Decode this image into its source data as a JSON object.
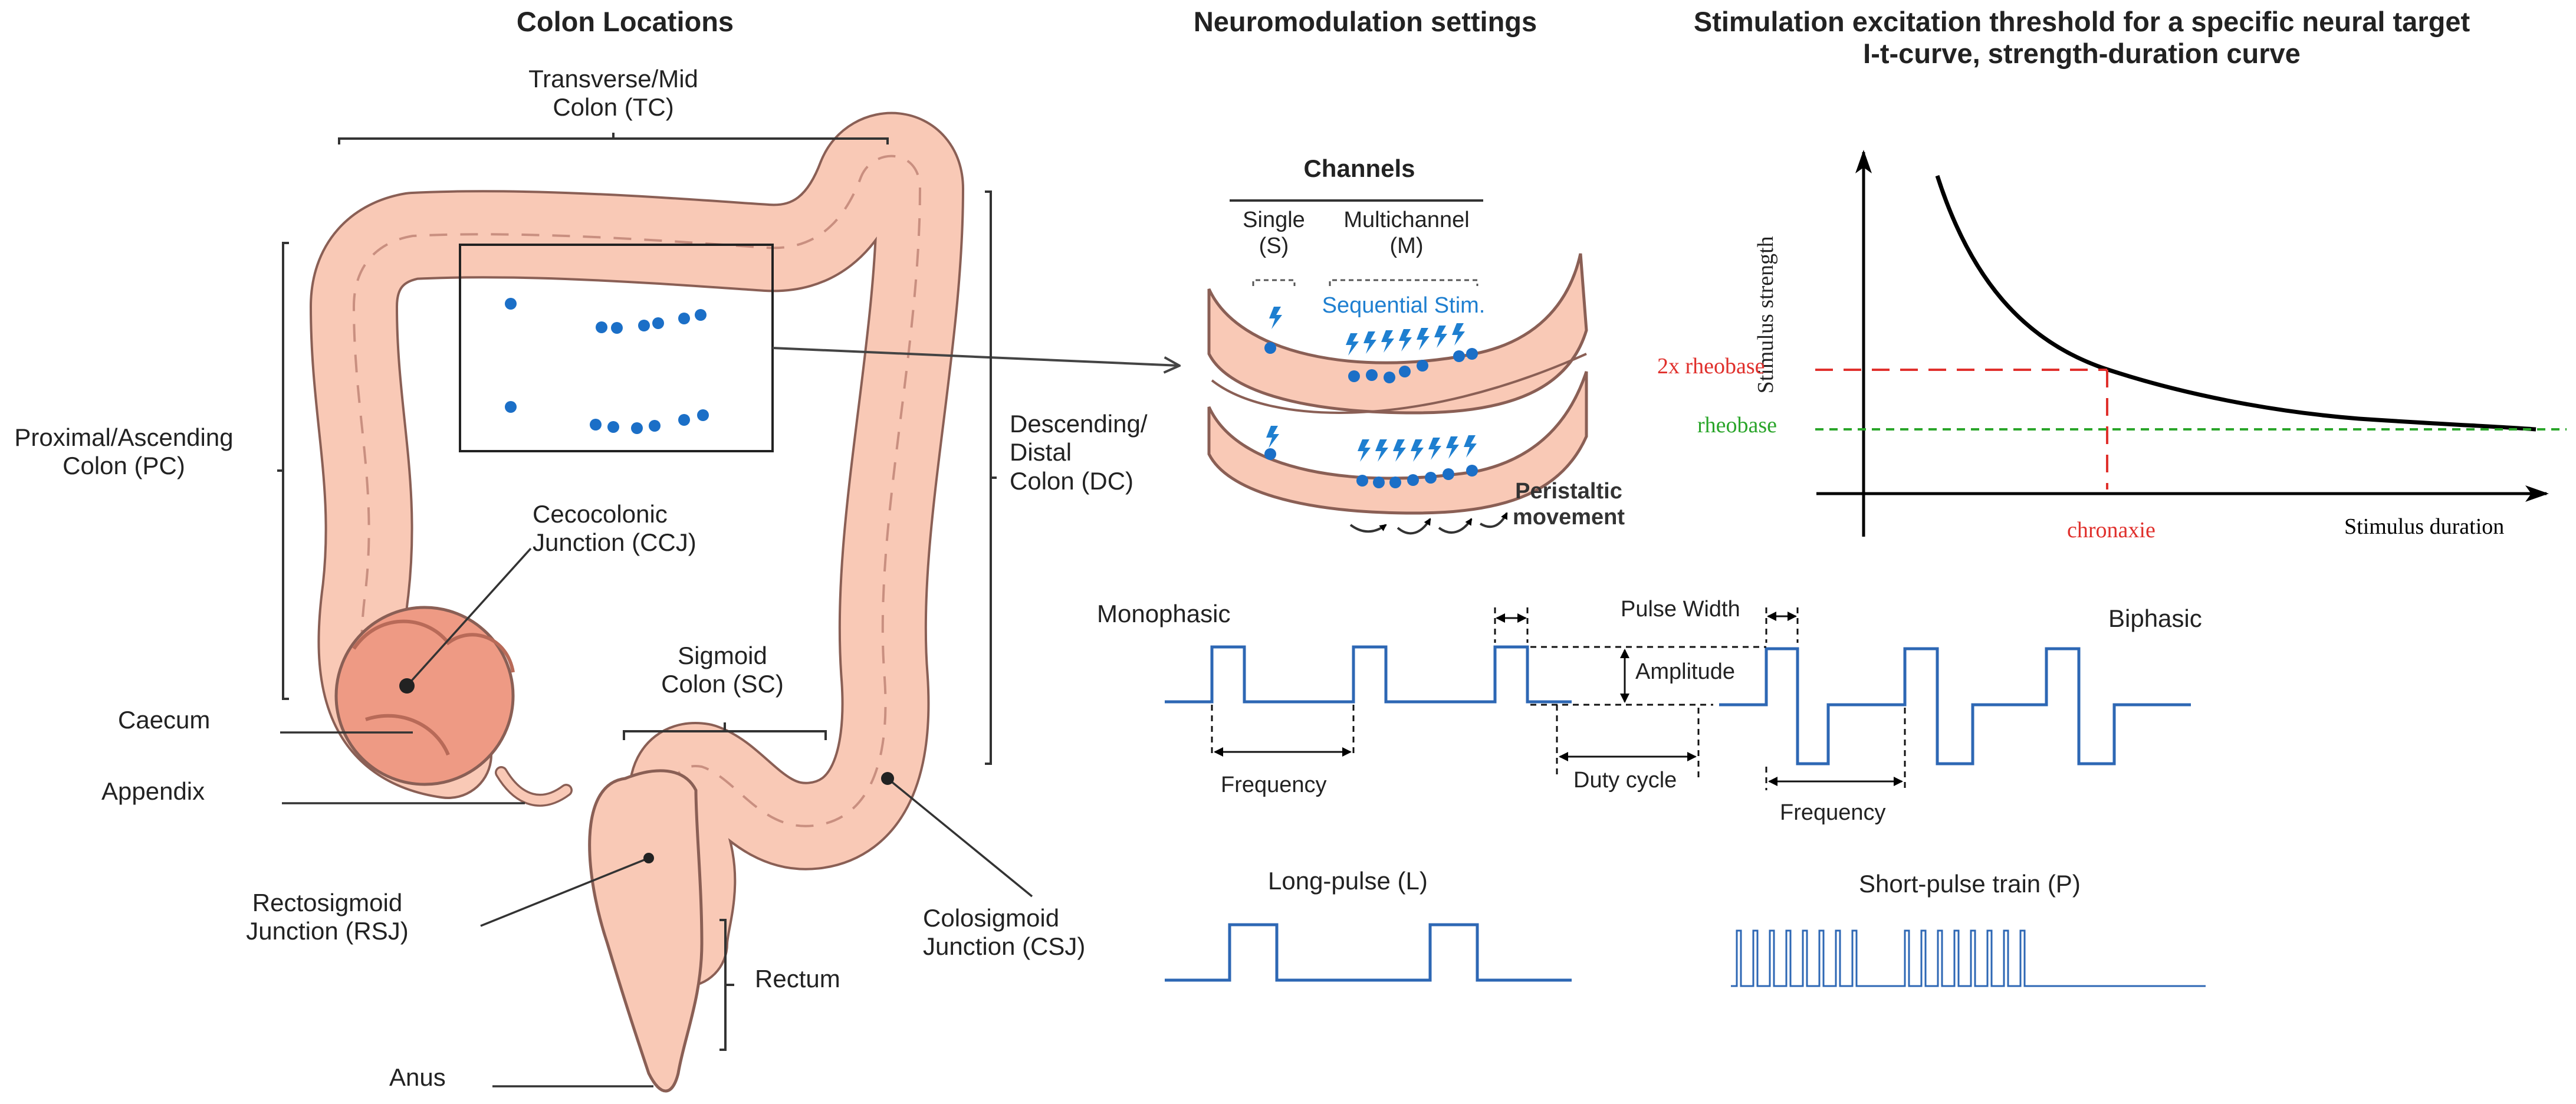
{
  "panels": {
    "colon": {
      "title": "Colon Locations",
      "labels": {
        "transverse": [
          "Transverse/Mid",
          "Colon (TC)"
        ],
        "proximal": [
          "Proximal/Ascending",
          "Colon (PC)"
        ],
        "ccj": [
          "Cecocolonic",
          "Junction (CCJ)"
        ],
        "caecum": "Caecum",
        "appendix": "Appendix",
        "sigmoid": [
          "Sigmoid",
          "Colon (SC)"
        ],
        "descending": [
          "Descending/",
          "Distal",
          "Colon (DC)"
        ],
        "rsj": [
          "Rectosigmoid",
          "Junction (RSJ)"
        ],
        "csj": [
          "Colosigmoid",
          "Junction (CSJ)"
        ],
        "rectum": "Rectum",
        "anus": "Anus"
      }
    },
    "neuromodulation": {
      "title": "Neuromodulation settings",
      "channels": {
        "header": "Channels",
        "single": [
          "Single",
          "(S)"
        ],
        "multichannel": [
          "Multichannel",
          "(M)"
        ],
        "sequential": "Sequential Stim.",
        "peristaltic": [
          "Peristaltic",
          "movement"
        ]
      },
      "waveforms": {
        "monophasic": "Monophasic",
        "biphasic": "Biphasic",
        "pulse_width": "Pulse Width",
        "amplitude": "Amplitude",
        "frequency_left": "Frequency",
        "duty_cycle": "Duty cycle",
        "frequency_right": "Frequency",
        "long_pulse": "Long-pulse (L)",
        "short_pulse_train": "Short-pulse train (P)"
      }
    },
    "threshold": {
      "title_line1": "Stimulation excitation threshold for a specific neural target",
      "title_line2": "I-t-curve, strength-duration curve",
      "y_axis": "Stimulus strength",
      "x_axis": "Stimulus duration",
      "two_x_rheobase": "2x rheobase",
      "rheobase": "rheobase",
      "chronaxie": "chronaxie"
    }
  },
  "colors": {
    "colon_fill": "#f9c9b6",
    "colon_stroke": "#8a5f55",
    "caecum_fill": "#ee9a84",
    "electrode_dot": "#1b6fc7",
    "waveform": "#2d67b4",
    "threshold_red": "#e0302c",
    "rheobase_green": "#2aa52a",
    "lightning": "#1e7fd0"
  }
}
